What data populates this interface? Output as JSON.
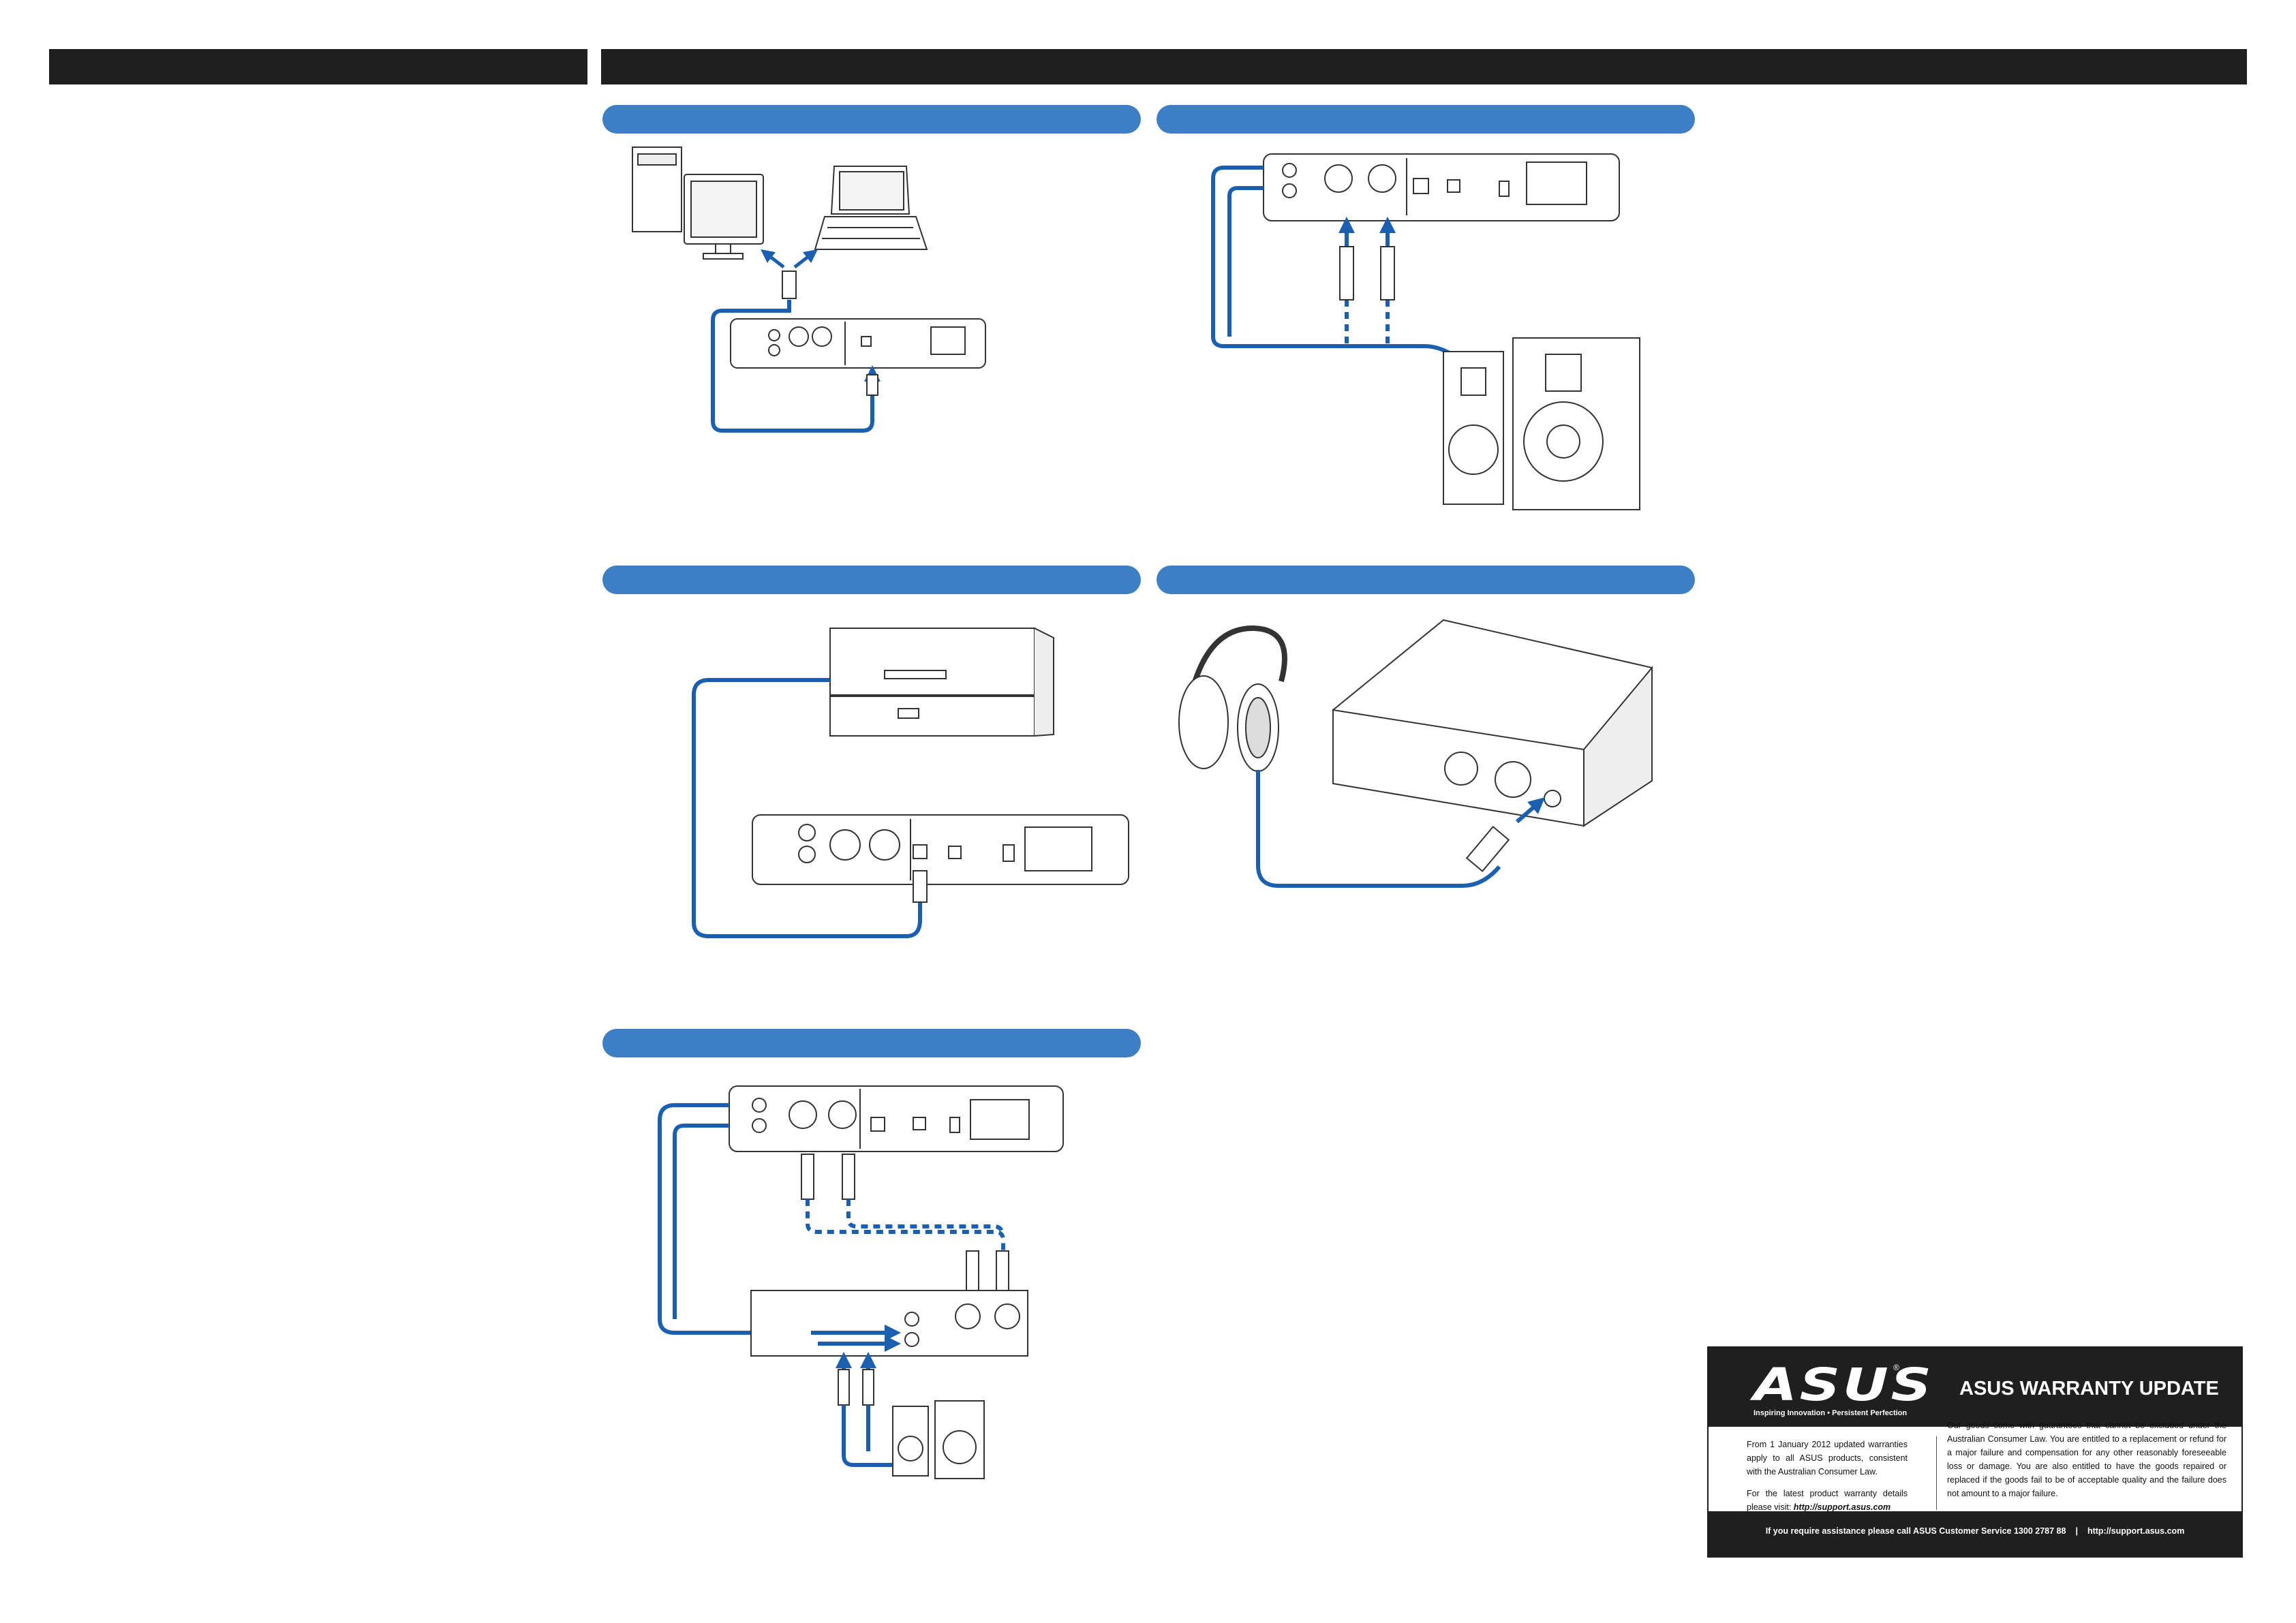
{
  "colors": {
    "bar": "#1f1f1f",
    "section_pill": "#3c7fc4",
    "cable": "#1a5fb0"
  },
  "diagrams": [
    {
      "id": "usb-connection",
      "devices": [
        "desktop-pc",
        "laptop",
        "dac-rear-panel"
      ]
    },
    {
      "id": "powered-speakers",
      "devices": [
        "dac-rear-panel",
        "speakers"
      ]
    },
    {
      "id": "digital-source",
      "devices": [
        "cd-transport",
        "dac-rear-panel"
      ]
    },
    {
      "id": "headphones",
      "devices": [
        "headphones",
        "dac-amplifier"
      ]
    },
    {
      "id": "amplifier-chain",
      "devices": [
        "dac-rear-panel",
        "amplifier",
        "speakers"
      ]
    }
  ],
  "warranty": {
    "brand": "ASUS",
    "registered": "®",
    "tagline": "Inspiring Innovation • Persistent Perfection",
    "title": "ASUS WARRANTY UPDATE",
    "left_para1": "From 1 January 2012 updated warranties apply to all ASUS products, consistent with the Australian Consumer Law.",
    "left_para2": "For the latest product warranty details please visit:",
    "left_url": "http://support.asus.com",
    "right_text": "Our goods come with guarantees that cannot be excluded under the Australian Consumer Law. You are entitled to a replacement or refund for a major failure and compensation for any other reasonably foreseeable loss or damage. You are also entitled to have the goods repaired or replaced if the goods fail to be of acceptable quality and the failure does not amount to a major failure.",
    "footer_text": "If you require assistance please call ASUS Customer Service 1300 2787 88",
    "footer_sep": "|",
    "footer_url": "http://support.asus.com"
  }
}
